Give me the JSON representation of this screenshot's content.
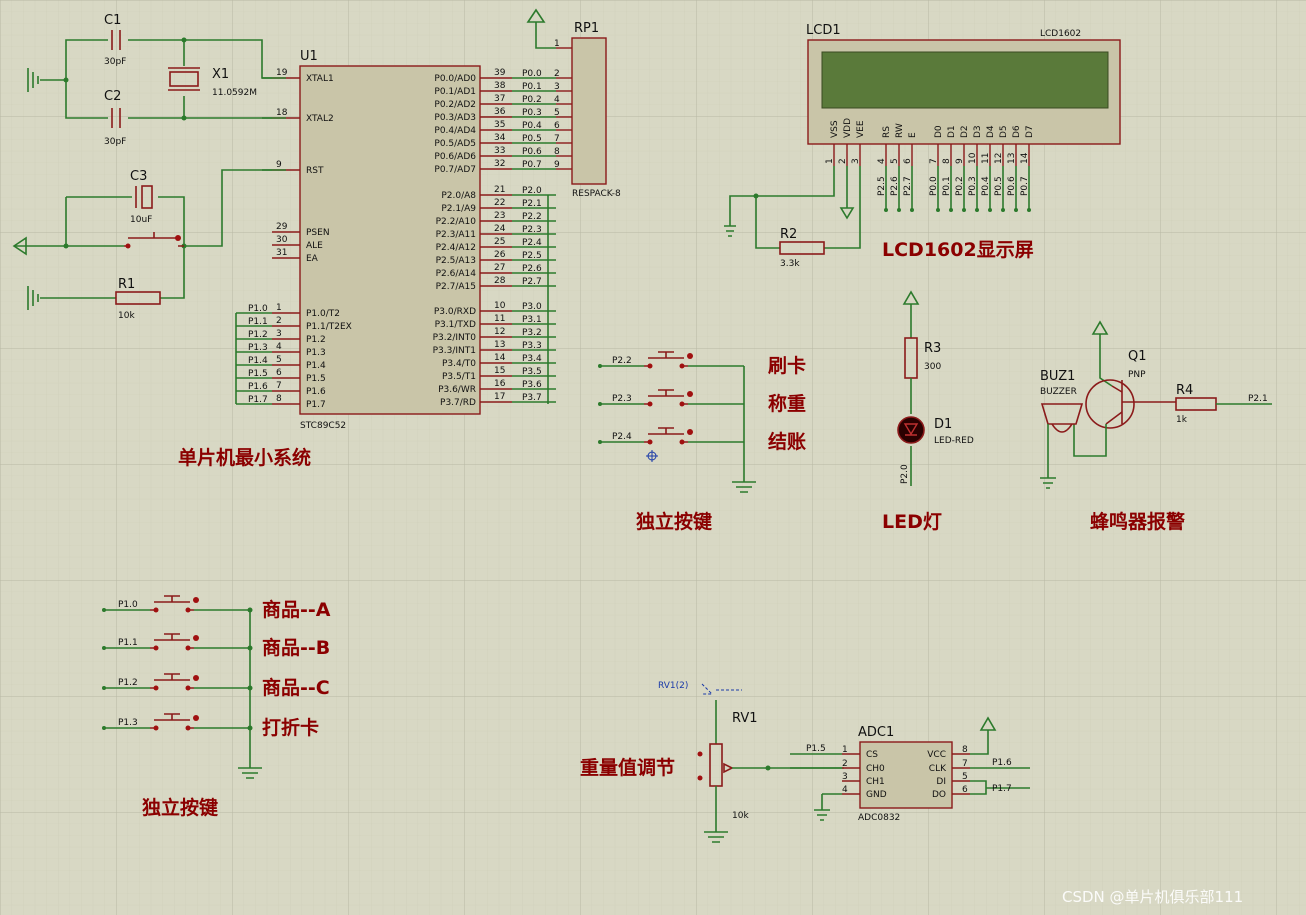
{
  "u1": {
    "ref": "U1",
    "part": "STC89C52",
    "left_pins": [
      {
        "num": "19",
        "name": "XTAL1"
      },
      {
        "num": "18",
        "name": "XTAL2"
      },
      {
        "num": "9",
        "name": "RST"
      },
      {
        "num": "29",
        "name": "PSEN"
      },
      {
        "num": "30",
        "name": "ALE"
      },
      {
        "num": "31",
        "name": "EA"
      },
      {
        "num": "1",
        "name": "P1.0/T2"
      },
      {
        "num": "2",
        "name": "P1.1/T2EX"
      },
      {
        "num": "3",
        "name": "P1.2"
      },
      {
        "num": "4",
        "name": "P1.3"
      },
      {
        "num": "5",
        "name": "P1.4"
      },
      {
        "num": "6",
        "name": "P1.5"
      },
      {
        "num": "7",
        "name": "P1.6"
      },
      {
        "num": "8",
        "name": "P1.7"
      }
    ],
    "left_nets": [
      "P1.0",
      "P1.1",
      "P1.2",
      "P1.3",
      "P1.4",
      "P1.5",
      "P1.6",
      "P1.7"
    ],
    "right_pins": [
      {
        "num": "39",
        "name": "P0.0/AD0",
        "net": "P0.0"
      },
      {
        "num": "38",
        "name": "P0.1/AD1",
        "net": "P0.1"
      },
      {
        "num": "37",
        "name": "P0.2/AD2",
        "net": "P0.2"
      },
      {
        "num": "36",
        "name": "P0.3/AD3",
        "net": "P0.3"
      },
      {
        "num": "35",
        "name": "P0.4/AD4",
        "net": "P0.4"
      },
      {
        "num": "34",
        "name": "P0.5/AD5",
        "net": "P0.5"
      },
      {
        "num": "33",
        "name": "P0.6/AD6",
        "net": "P0.6"
      },
      {
        "num": "32",
        "name": "P0.7/AD7",
        "net": "P0.7"
      },
      {
        "num": "21",
        "name": "P2.0/A8",
        "net": "P2.0"
      },
      {
        "num": "22",
        "name": "P2.1/A9",
        "net": "P2.1"
      },
      {
        "num": "23",
        "name": "P2.2/A10",
        "net": "P2.2"
      },
      {
        "num": "24",
        "name": "P2.3/A11",
        "net": "P2.3"
      },
      {
        "num": "25",
        "name": "P2.4/A12",
        "net": "P2.4"
      },
      {
        "num": "26",
        "name": "P2.5/A13",
        "net": "P2.5"
      },
      {
        "num": "27",
        "name": "P2.6/A14",
        "net": "P2.6"
      },
      {
        "num": "28",
        "name": "P2.7/A15",
        "net": "P2.7"
      },
      {
        "num": "10",
        "name": "P3.0/RXD",
        "net": "P3.0"
      },
      {
        "num": "11",
        "name": "P3.1/TXD",
        "net": "P3.1"
      },
      {
        "num": "12",
        "name": "P3.2/INT0",
        "net": "P3.2"
      },
      {
        "num": "13",
        "name": "P3.3/INT1",
        "net": "P3.3"
      },
      {
        "num": "14",
        "name": "P3.4/T0",
        "net": "P3.4"
      },
      {
        "num": "15",
        "name": "P3.5/T1",
        "net": "P3.5"
      },
      {
        "num": "16",
        "name": "P3.6/WR",
        "net": "P3.6"
      },
      {
        "num": "17",
        "name": "P3.7/RD",
        "net": "P3.7"
      }
    ]
  },
  "c1": {
    "ref": "C1",
    "value": "30pF"
  },
  "c2": {
    "ref": "C2",
    "value": "30pF"
  },
  "x1": {
    "ref": "X1",
    "value": "11.0592M"
  },
  "c3": {
    "ref": "C3",
    "value": "10uF"
  },
  "r1": {
    "ref": "R1",
    "value": "10k"
  },
  "rp1": {
    "ref": "RP1",
    "part": "RESPACK-8",
    "pins": [
      "1",
      "2",
      "3",
      "4",
      "5",
      "6",
      "7",
      "8",
      "9"
    ]
  },
  "lcd": {
    "ref": "LCD1",
    "part": "LCD1602",
    "pins": [
      {
        "name": "VSS",
        "num": "1"
      },
      {
        "name": "VDD",
        "num": "2"
      },
      {
        "name": "VEE",
        "num": "3"
      },
      {
        "name": "RS",
        "num": "4"
      },
      {
        "name": "RW",
        "num": "5"
      },
      {
        "name": "E",
        "num": "6"
      },
      {
        "name": "D0",
        "num": "7"
      },
      {
        "name": "D1",
        "num": "8"
      },
      {
        "name": "D2",
        "num": "9"
      },
      {
        "name": "D3",
        "num": "10"
      },
      {
        "name": "D4",
        "num": "11"
      },
      {
        "name": "D5",
        "num": "12"
      },
      {
        "name": "D6",
        "num": "13"
      },
      {
        "name": "D7",
        "num": "14"
      }
    ],
    "nets": [
      "P2.5",
      "P2.6",
      "P2.7",
      "P0.0",
      "P0.1",
      "P0.2",
      "P0.3",
      "P0.4",
      "P0.5",
      "P0.6",
      "P0.7"
    ]
  },
  "r2": {
    "ref": "R2",
    "value": "3.3k"
  },
  "r3": {
    "ref": "R3",
    "value": "300"
  },
  "d1": {
    "ref": "D1",
    "value": "LED-RED",
    "net": "P2.0"
  },
  "buz": {
    "ref": "BUZ1",
    "part": "BUZZER"
  },
  "q1": {
    "ref": "Q1",
    "part": "PNP"
  },
  "r4": {
    "ref": "R4",
    "value": "1k",
    "net": "P2.1"
  },
  "rv1": {
    "ref": "RV1",
    "value": "10k",
    "probe": "RV1(2)"
  },
  "adc": {
    "ref": "ADC1",
    "part": "ADC0832",
    "left_pins": [
      {
        "num": "1",
        "name": "CS"
      },
      {
        "num": "2",
        "name": "CH0"
      },
      {
        "num": "3",
        "name": "CH1"
      },
      {
        "num": "4",
        "name": "GND"
      }
    ],
    "right_pins": [
      {
        "num": "8",
        "name": "VCC"
      },
      {
        "num": "7",
        "name": "CLK"
      },
      {
        "num": "5",
        "name": "DI"
      },
      {
        "num": "6",
        "name": "DO"
      }
    ],
    "cs_net": "P1.5",
    "clk_net": "P1.6",
    "dio_net": "P1.7"
  },
  "keys_top": {
    "nets": [
      "P2.2",
      "P2.3",
      "P2.4"
    ],
    "labels": [
      "刷卡",
      "称重",
      "结账"
    ]
  },
  "keys_bottom": {
    "nets": [
      "P1.0",
      "P1.1",
      "P1.2",
      "P1.3"
    ],
    "labels": [
      "商品--A",
      "商品--B",
      "商品--C",
      "打折卡"
    ]
  },
  "captions": {
    "mcu": "单片机最小系统",
    "keys_top": "独立按键",
    "lcd": "LCD1602显示屏",
    "led": "LED灯",
    "buzzer": "蜂鸣器报警",
    "keys_bottom": "独立按键",
    "weight": "重量值调节"
  },
  "watermark": "CSDN @单片机俱乐部111",
  "colors": {
    "background": "#d8d8c4",
    "wire": "#2c7a2c",
    "component": "#8b1a1a",
    "caption": "#8b0000"
  }
}
